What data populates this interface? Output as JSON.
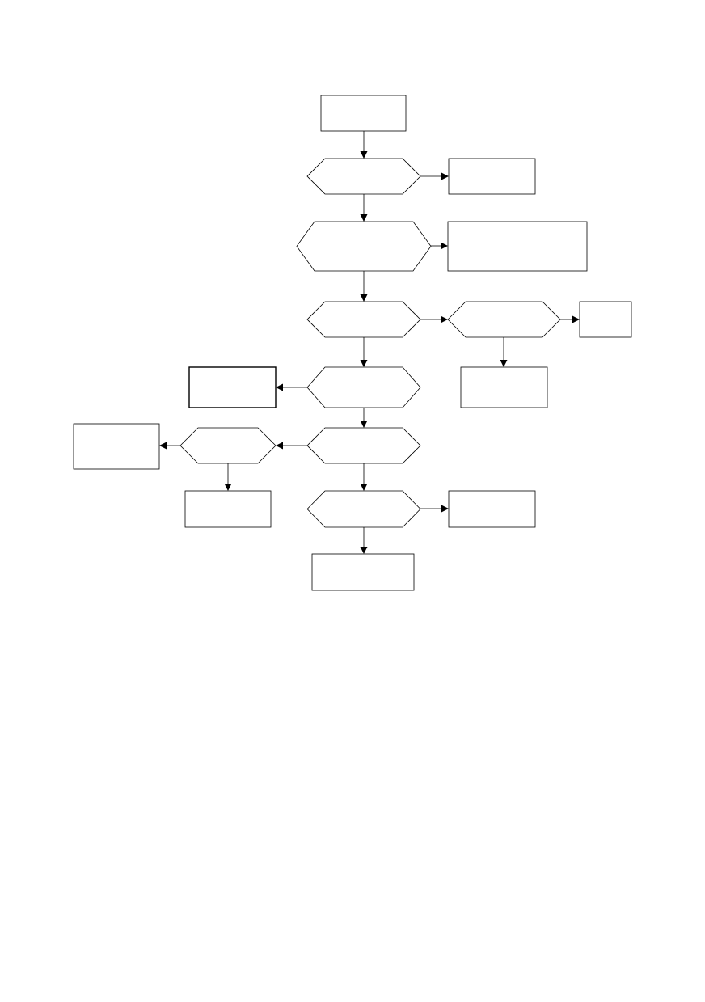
{
  "diagram": {
    "type": "flowchart",
    "nodes": [
      {
        "id": "n1",
        "shape": "rectangle",
        "label": ""
      },
      {
        "id": "d1",
        "shape": "hexagon",
        "label": ""
      },
      {
        "id": "n2",
        "shape": "rectangle",
        "label": ""
      },
      {
        "id": "d2",
        "shape": "hexagon",
        "label": ""
      },
      {
        "id": "n3",
        "shape": "rectangle",
        "label": ""
      },
      {
        "id": "d3",
        "shape": "hexagon",
        "label": ""
      },
      {
        "id": "d4",
        "shape": "hexagon",
        "label": ""
      },
      {
        "id": "n4",
        "shape": "rectangle",
        "label": ""
      },
      {
        "id": "n5",
        "shape": "rectangle",
        "label": ""
      },
      {
        "id": "d5",
        "shape": "hexagon",
        "label": ""
      },
      {
        "id": "n6",
        "shape": "rectangle",
        "label": ""
      },
      {
        "id": "d6",
        "shape": "hexagon",
        "label": ""
      },
      {
        "id": "d7",
        "shape": "hexagon",
        "label": ""
      },
      {
        "id": "n7",
        "shape": "rectangle",
        "label": ""
      },
      {
        "id": "n8",
        "shape": "rectangle",
        "label": ""
      },
      {
        "id": "d8",
        "shape": "hexagon",
        "label": ""
      },
      {
        "id": "n9",
        "shape": "rectangle",
        "label": ""
      },
      {
        "id": "n10",
        "shape": "rectangle",
        "label": ""
      }
    ],
    "edges": [
      {
        "from": "n1",
        "to": "d1"
      },
      {
        "from": "d1",
        "to": "n2"
      },
      {
        "from": "d1",
        "to": "d2"
      },
      {
        "from": "d2",
        "to": "n3"
      },
      {
        "from": "d2",
        "to": "d3"
      },
      {
        "from": "d3",
        "to": "d4"
      },
      {
        "from": "d4",
        "to": "n4"
      },
      {
        "from": "d4",
        "to": "n5"
      },
      {
        "from": "d3",
        "to": "d5"
      },
      {
        "from": "d5",
        "to": "n6"
      },
      {
        "from": "d5",
        "to": "d6"
      },
      {
        "from": "d6",
        "to": "d7"
      },
      {
        "from": "d7",
        "to": "n7"
      },
      {
        "from": "d7",
        "to": "n8"
      },
      {
        "from": "d6",
        "to": "d8"
      },
      {
        "from": "d8",
        "to": "n9"
      },
      {
        "from": "d8",
        "to": "n10"
      }
    ]
  }
}
